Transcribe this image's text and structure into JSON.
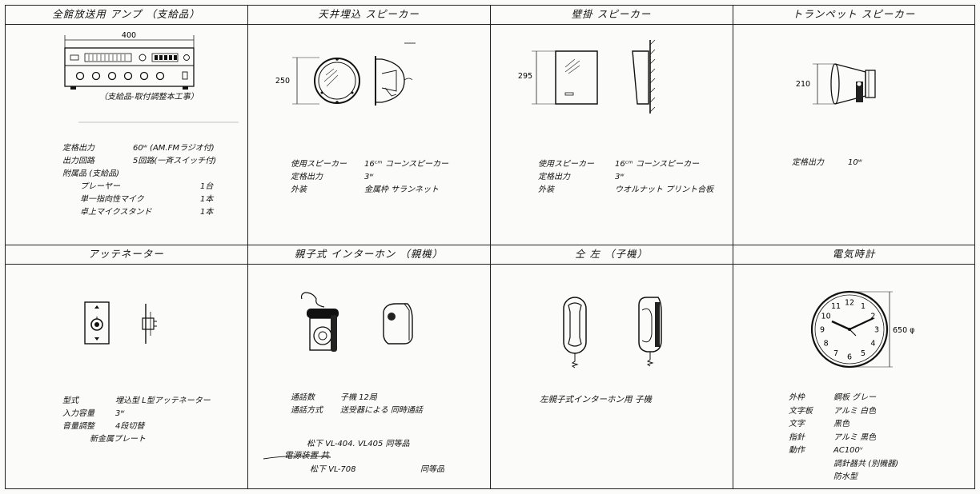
{
  "cells": {
    "amp": {
      "title": "全館放送用 アンプ （支給品）",
      "dim_width": "400",
      "note": "（支給品-取付調整本工事）",
      "specs": [
        {
          "k": "定格出力",
          "v": "60ʷ (AM.FMラジオ付)"
        },
        {
          "k": "出力回路",
          "v": "5回路(一斉スイッチ付)"
        },
        {
          "k": "附属品 (支給品)",
          "v": ""
        }
      ],
      "accessories": [
        {
          "k": "プレーヤー",
          "v": "1台"
        },
        {
          "k": "単一指向性マイク",
          "v": "1本"
        },
        {
          "k": "卓上マイクスタンド",
          "v": "1本"
        }
      ]
    },
    "ceiling_speaker": {
      "title": "天井埋込 スピーカー",
      "dim": "250",
      "specs": [
        {
          "k": "使用スピーカー",
          "v": "16ᶜᵐ コーンスピーカー"
        },
        {
          "k": "定格出力",
          "v": "3ʷ"
        },
        {
          "k": "外装",
          "v": "金属枠 サランネット"
        }
      ]
    },
    "wall_speaker": {
      "title": "壁掛 スピーカー",
      "dim": "295",
      "specs": [
        {
          "k": "使用スピーカー",
          "v": "16ᶜᵐ コーンスピーカー"
        },
        {
          "k": "定格出力",
          "v": "3ʷ"
        },
        {
          "k": "外装",
          "v": "ウオルナット プリント合板"
        }
      ]
    },
    "trumpet_speaker": {
      "title": "トランペット スピーカー",
      "dim": "210",
      "specs": [
        {
          "k": "定格出力",
          "v": "10ʷ"
        }
      ]
    },
    "attenuator": {
      "title": "アッテネーター",
      "specs": [
        {
          "k": "型式",
          "v": "埋込型 L型アッテネーター"
        },
        {
          "k": "入力容量",
          "v": "3ʷ"
        },
        {
          "k": "音量調整",
          "v": "4段切替"
        },
        {
          "k": "",
          "v": "新金属プレート"
        }
      ]
    },
    "intercom_master": {
      "title": "親子式 インターホン （親機）",
      "specs": [
        {
          "k": "通話数",
          "v": "子機 12局"
        },
        {
          "k": "通話方式",
          "v": "送受器による 同時通話"
        }
      ],
      "extra1": "松下 VL-404. VL405 同等品",
      "extra2": "電源装置 共",
      "extra3_k": "松下 VL-708",
      "extra3_v": "同等品"
    },
    "intercom_sub": {
      "title": "仝 左 （子機）",
      "note": "左親子式インターホン用 子機"
    },
    "clock": {
      "title": "電気時計",
      "dim": "650 φ",
      "numerals": [
        "12",
        "1",
        "2",
        "3",
        "4",
        "5",
        "6",
        "7",
        "8",
        "9",
        "10",
        "11"
      ],
      "specs": [
        {
          "k": "外枠",
          "v": "鋼板 グレー"
        },
        {
          "k": "文字板",
          "v": "アルミ 白色"
        },
        {
          "k": "文字",
          "v": "黒色"
        },
        {
          "k": "指針",
          "v": "アルミ 黒色"
        },
        {
          "k": "動作",
          "v": "AC100ᵛ"
        },
        {
          "k": "",
          "v": "調針器共 (別機器)"
        },
        {
          "k": "",
          "v": "防水型"
        }
      ]
    }
  }
}
